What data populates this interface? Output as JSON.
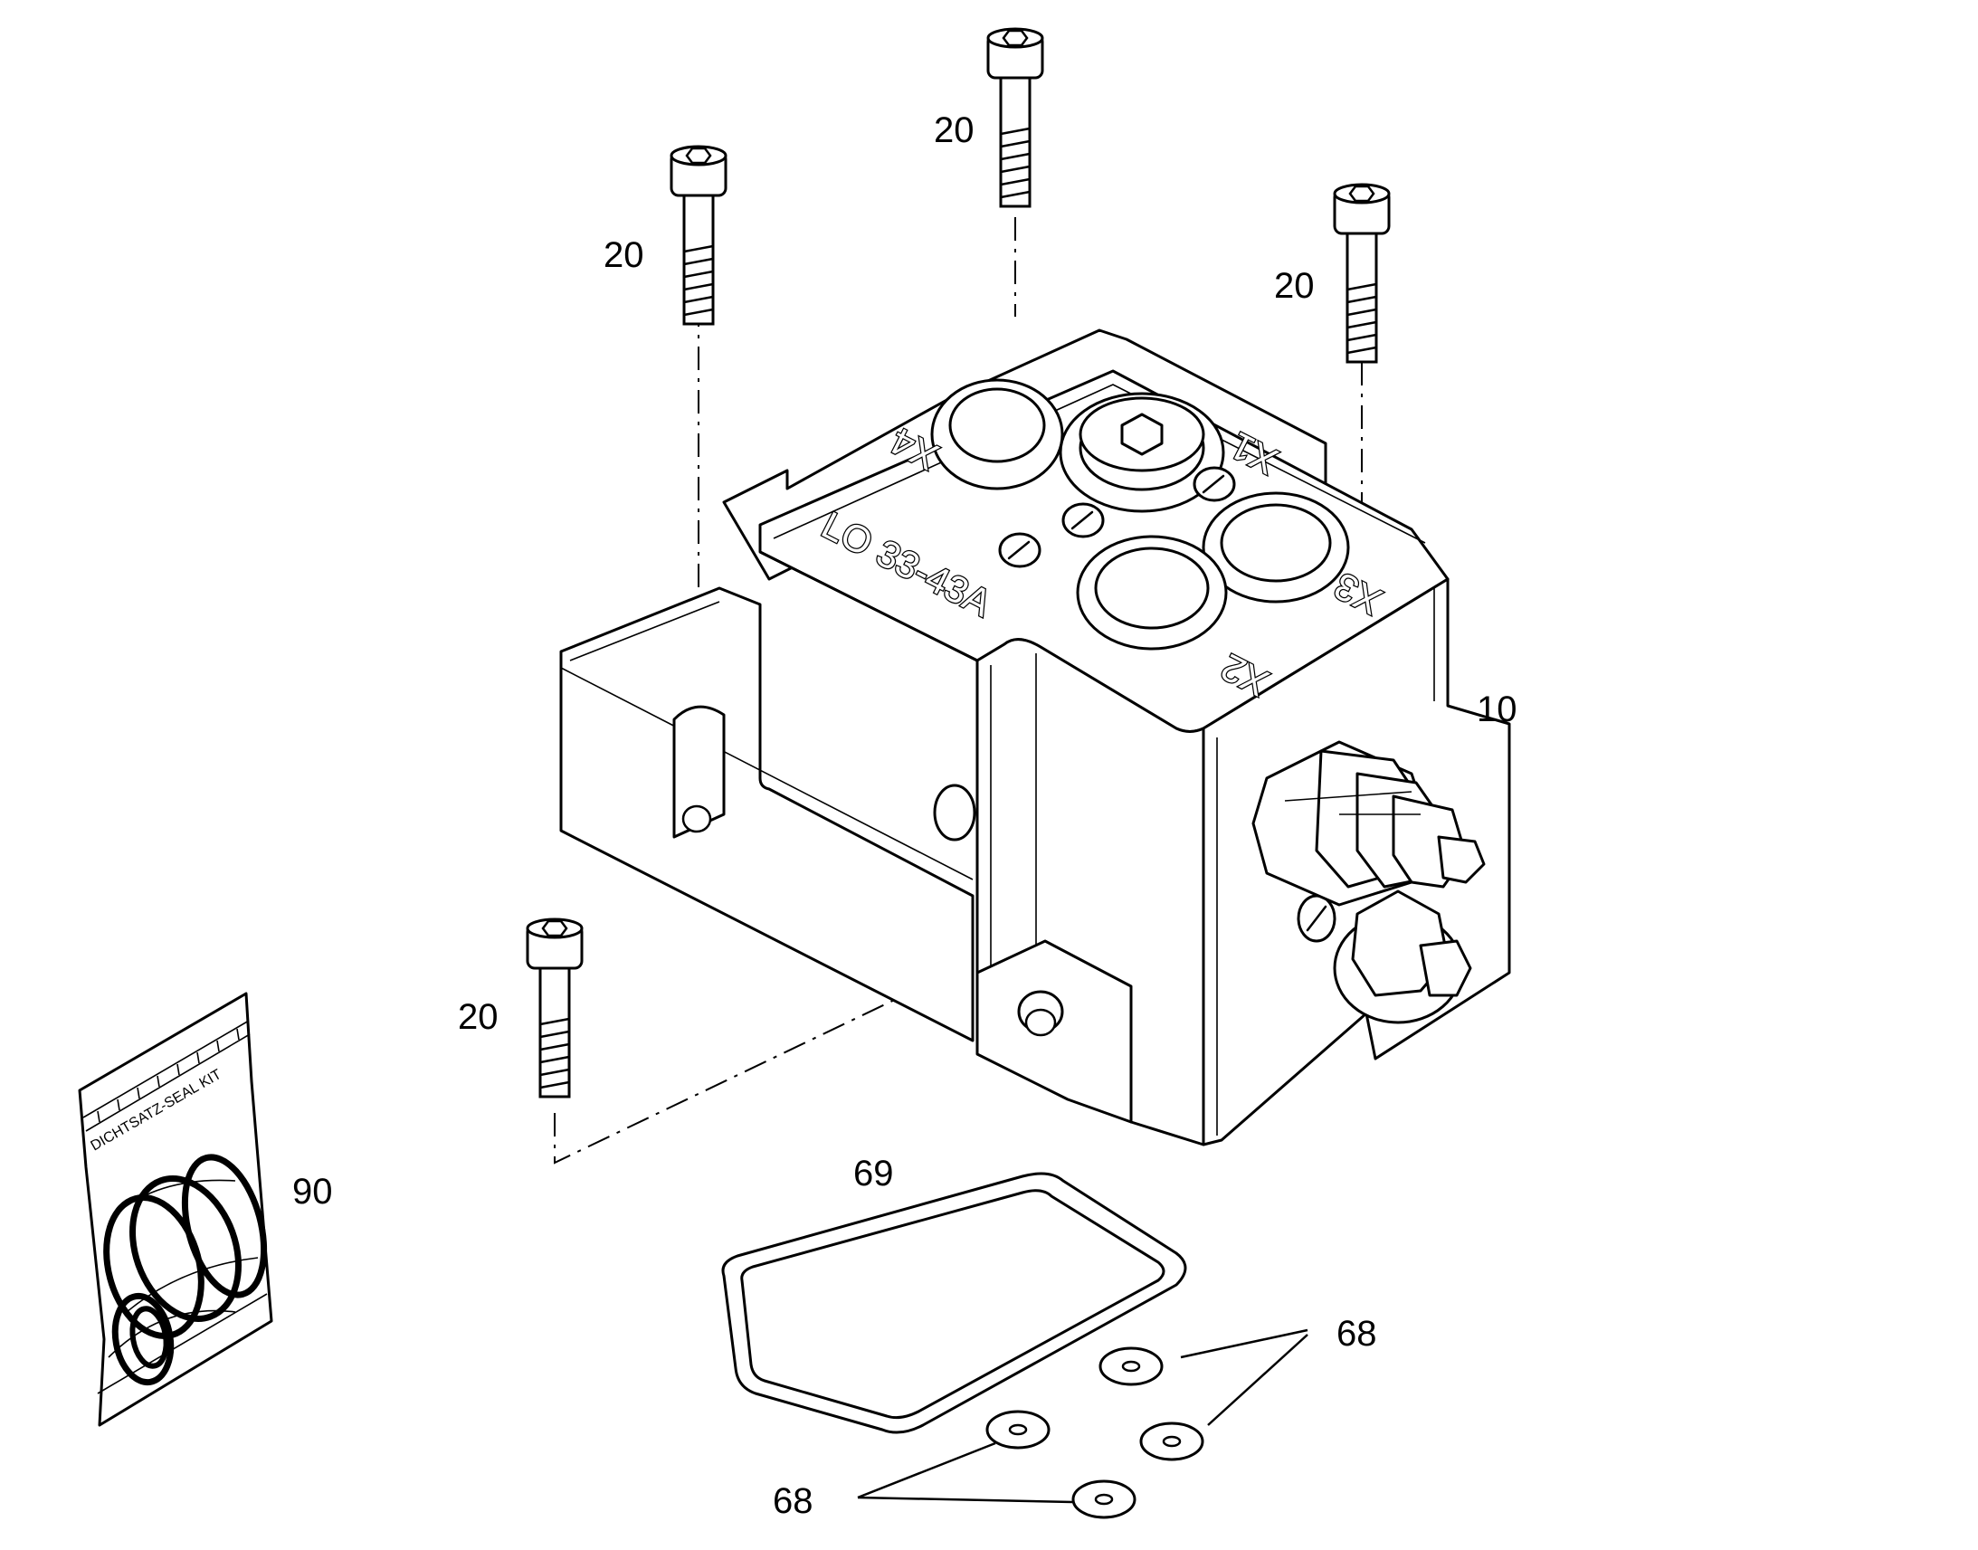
{
  "callouts": {
    "screw_top_left": "20",
    "screw_top_center": "20",
    "screw_top_right": "20",
    "screw_lower_left": "20",
    "valve_block": "10",
    "seal_kit": "90",
    "gasket": "69",
    "washers_right": "68",
    "washers_bottom": "68"
  },
  "block_markings": {
    "model": "LO 33-43A",
    "port_x1": "X1",
    "port_x2": "X2",
    "port_x3": "X3",
    "port_x4": "X4"
  },
  "seal_kit_bag": {
    "label": "DICHTSATZ-SEAL KIT"
  }
}
